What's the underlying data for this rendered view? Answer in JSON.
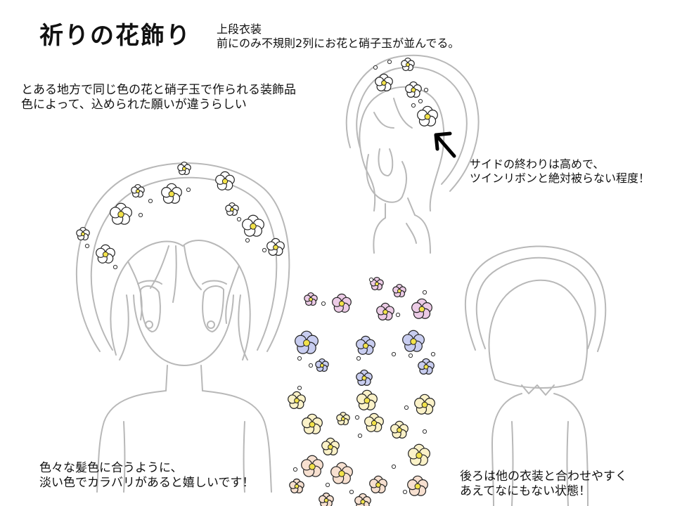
{
  "title": "祈りの花飾り",
  "subtitle": {
    "line1": "上段衣装",
    "line2": "前にのみ不規則2列にお花と硝子玉が並んでる。"
  },
  "description": {
    "line1": "とある地方で同じ色の花と硝子玉で作られる装飾品",
    "line2": "色によって、込められた願いが違うらしい"
  },
  "side_note": {
    "line1": "サイドの終わりは高めで、",
    "line2": "ツインリボンと絶対被らない程度！"
  },
  "color_note": {
    "line1": "色々な髪色に合うように、",
    "line2": "淡い色でカラバリがあると嬉しいです！"
  },
  "back_note": {
    "line1": "後ろは他の衣装と合わせやすく",
    "line2": "あえてなにもない状態！"
  },
  "colors": {
    "line_art": "#b8b8b8",
    "white_flower": "#ffffff",
    "center": "#f2e24a",
    "pink": "#eccbe6",
    "blue": "#c8cdf0",
    "yellow": "#fbf2c8",
    "peach": "#f7e0d0"
  }
}
